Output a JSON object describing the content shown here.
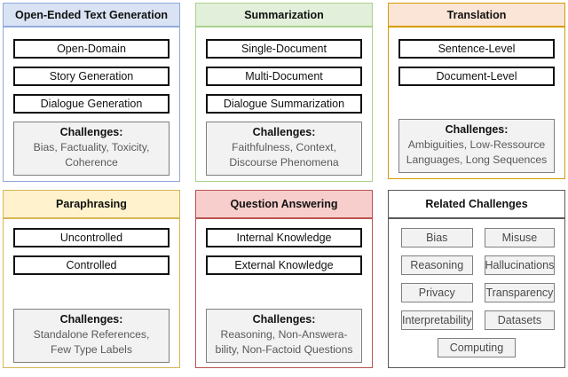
{
  "figure": {
    "panels": [
      {
        "title": "Open-Ended Text Generation",
        "colors": {
          "header_fill": "#dae3f3",
          "border": "#8faadc"
        },
        "tasks": [
          "Open-Domain",
          "Story Generation",
          "Dialogue Generation"
        ],
        "challenges_label": "Challenges:",
        "challenges_lines": [
          "Bias, Factuality, Toxicity,",
          "Coherence"
        ]
      },
      {
        "title": "Summarization",
        "colors": {
          "header_fill": "#e2efda",
          "border": "#a9d18e"
        },
        "tasks": [
          "Single-Document",
          "Multi-Document",
          "Dialogue Summarization"
        ],
        "challenges_label": "Challenges:",
        "challenges_lines": [
          "Faithfulness, Context,",
          "Discourse Phenomena"
        ]
      },
      {
        "title": "Translation",
        "colors": {
          "header_fill": "#fbe5d6",
          "border": "#d79b00"
        },
        "tasks": [
          "Sentence-Level",
          "Document-Level"
        ],
        "challenges_label": "Challenges:",
        "challenges_lines": [
          "Ambiguities, Low-Ressource",
          "Languages, Long Sequences"
        ]
      },
      {
        "title": "Paraphrasing",
        "colors": {
          "header_fill": "#fff2cc",
          "border": "#d6b656"
        },
        "tasks": [
          "Uncontrolled",
          "Controlled"
        ],
        "challenges_label": "Challenges:",
        "challenges_lines": [
          "Standalone References,",
          "Few Type Labels"
        ]
      },
      {
        "title": "Question Answering",
        "colors": {
          "header_fill": "#f8cecc",
          "border": "#b85450"
        },
        "tasks": [
          "Internal Knowledge",
          "External Knowledge"
        ],
        "challenges_label": "Challenges:",
        "challenges_lines": [
          "Reasoning, Non-Answera-",
          "bility, Non-Factoid Questions"
        ]
      },
      {
        "title": "Related Challenges",
        "colors": {
          "header_fill": "#ffffff",
          "border": "#595959"
        },
        "chips": [
          "Bias",
          "Misuse",
          "Reasoning",
          "Hallucinations",
          "Privacy",
          "Transparency",
          "Interpretability",
          "Datasets",
          "Computing"
        ]
      }
    ]
  }
}
